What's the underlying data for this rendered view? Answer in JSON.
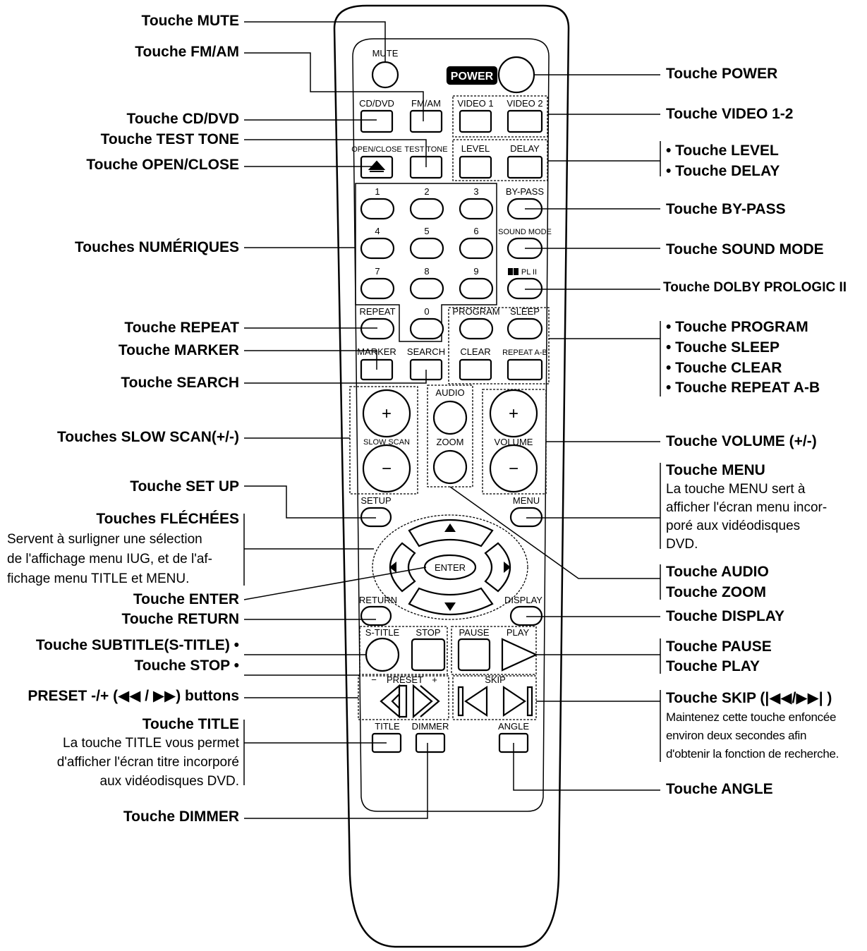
{
  "remote": {
    "power": "POWER",
    "mute": "MUTE",
    "cd_dvd": "CD/DVD",
    "fm_am": "FM/AM",
    "video1": "VIDEO 1",
    "video2": "VIDEO 2",
    "open_close": "OPEN/CLOSE",
    "test_tone": "TEST TONE",
    "level": "LEVEL",
    "delay": "DELAY",
    "numbers": [
      "1",
      "2",
      "3",
      "4",
      "5",
      "6",
      "7",
      "8",
      "9",
      "0"
    ],
    "by_pass": "BY-PASS",
    "sound_mode": "SOUND MODE",
    "dolby": "PL II",
    "repeat": "REPEAT",
    "program": "PROGRAM",
    "sleep": "SLEEP",
    "marker": "MARKER",
    "search": "SEARCH",
    "clear": "CLEAR",
    "repeat_ab": "REPEAT A-B",
    "audio": "AUDIO",
    "zoom": "ZOOM",
    "slow_scan": "SLOW SCAN",
    "volume": "VOLUME",
    "plus": "+",
    "minus": "−",
    "setup": "SETUP",
    "menu": "MENU",
    "enter": "ENTER",
    "return": "RETURN",
    "display": "DISPLAY",
    "s_title": "S-TITLE",
    "stop": "STOP",
    "pause": "PAUSE",
    "play": "PLAY",
    "preset": "PRESET",
    "preset_minus": "−",
    "preset_plus": "+",
    "skip": "SKIP",
    "title": "TITLE",
    "dimmer": "DIMMER",
    "angle": "ANGLE"
  },
  "left_labels": {
    "mute": "Touche MUTE",
    "fm_am": "Touche FM/AM",
    "cd_dvd": "Touche CD/DVD",
    "test_tone": "Touche TEST TONE",
    "open_close": "Touche OPEN/CLOSE",
    "numeric": "Touches NUMÉRIQUES",
    "repeat": "Touche REPEAT",
    "marker": "Touche MARKER",
    "search": "Touche SEARCH",
    "slow_scan": "Touches SLOW SCAN(+/-)",
    "setup": "Touche SET UP",
    "arrows": "Touches FLÉCHÉES",
    "arrows_desc": [
      "Servent à surligner une sélection",
      "de l'affichage menu IUG, et de l'af-",
      "fichage menu TITLE et MENU."
    ],
    "enter": "Touche ENTER",
    "return": "Touche RETURN",
    "subtitle": "Touche SUBTITLE(S-TITLE) •",
    "stop": "Touche STOP •",
    "preset": "PRESET -/+ (◀◀ / ▶▶) buttons",
    "title": "Touche TITLE",
    "title_desc": [
      "La touche TITLE vous permet",
      "d'afficher l'écran titre incorporé",
      "aux vidéodisques DVD."
    ],
    "dimmer": "Touche DIMMER"
  },
  "right_labels": {
    "power": "Touche POWER",
    "video": "Touche VIDEO 1-2",
    "level": "• Touche LEVEL",
    "delay": "• Touche DELAY",
    "by_pass": "Touche BY-PASS",
    "sound_mode": "Touche SOUND MODE",
    "dolby": "Touche DOLBY PROLOGIC II",
    "program": "• Touche PROGRAM",
    "sleep": "• Touche SLEEP",
    "clear": "• Touche CLEAR",
    "repeat_ab": "• Touche REPEAT A-B",
    "volume": "Touche VOLUME (+/-)",
    "menu": "Touche MENU",
    "menu_desc": [
      "La touche MENU sert à",
      "afficher l'écran menu incor-",
      "poré aux vidéodisques",
      "DVD."
    ],
    "audio": "Touche AUDIO",
    "zoom": "Touche ZOOM",
    "display": "Touche DISPLAY",
    "pause": "Touche PAUSE",
    "play": "Touche PLAY",
    "skip": "Touche SKIP (|◀◀/▶▶| )",
    "skip_desc": [
      "Maintenez cette touche enfoncée",
      "environ deux secondes afin",
      "d'obtenir la fonction de recherche."
    ],
    "angle": "Touche ANGLE"
  }
}
